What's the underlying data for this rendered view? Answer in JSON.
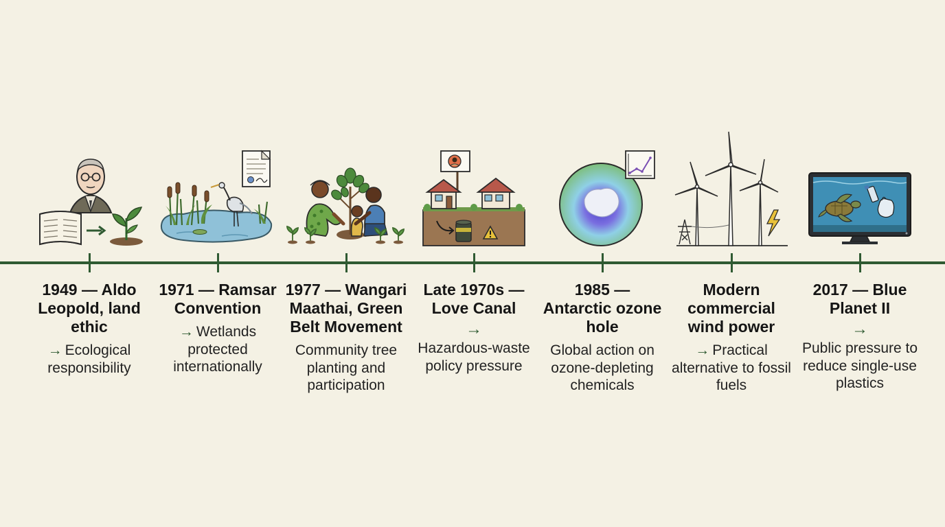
{
  "milestones": [
    {
      "title": "1949 — Aldo Leopold, land ethic",
      "arrow": "→",
      "outcome": "Ecological responsibility"
    },
    {
      "title": "1971 — Ramsar Convention",
      "arrow": "→",
      "outcome": "Wetlands protected internationally"
    },
    {
      "title": "1977 — Wangari Maathai, Green Belt Movement",
      "arrow": "",
      "outcome": "Community tree planting and participation"
    },
    {
      "title": "Late 1970s — Love Canal",
      "arrow": "→",
      "outcome": "Hazardous-waste policy pressure"
    },
    {
      "title": "1985 — Antarctic ozone hole",
      "arrow": "",
      "outcome": "Global action on ozone-depleting chemicals"
    },
    {
      "title": "Modern commercial wind power",
      "arrow": "→",
      "outcome": "Practical alternative to fossil fuels"
    },
    {
      "title": "2017 — Blue Planet II",
      "arrow": "→",
      "outcome": "Public pressure to reduce single-use plastics"
    }
  ],
  "icons": [
    "book-sprout-portrait-icon",
    "wetland-heron-document-icon",
    "tree-planting-people-icon",
    "houses-toxic-barrel-icon",
    "ozone-globe-chart-icon",
    "wind-turbines-icon",
    "tv-sea-turtle-plastic-icon"
  ],
  "colors": {
    "background": "#f4f1e4",
    "timeline": "#2f5a32",
    "accent": "#2f5a32"
  }
}
